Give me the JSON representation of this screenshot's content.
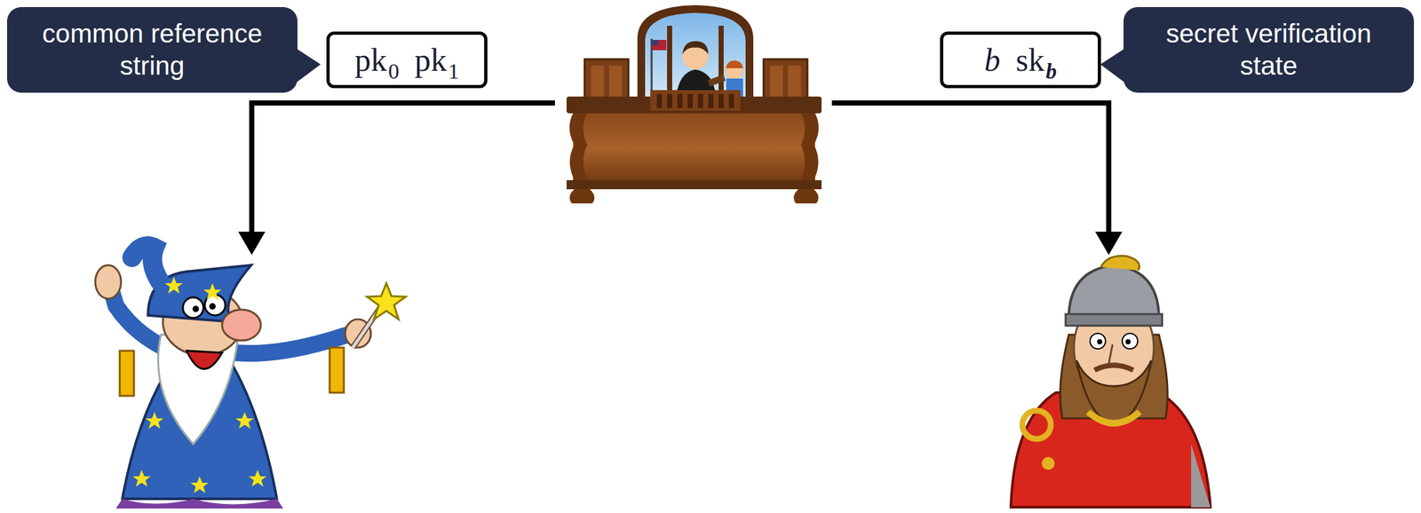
{
  "diagram": {
    "nodes": [
      {
        "text": [
          "common reference string"
        ]
      },
      {
        "text": [
          "pk",
          "0",
          "pk",
          "1"
        ]
      },
      {
        "text": [
          "b",
          "sk",
          "b"
        ]
      },
      {
        "text": [
          "secret verification state"
        ]
      }
    ]
  }
}
